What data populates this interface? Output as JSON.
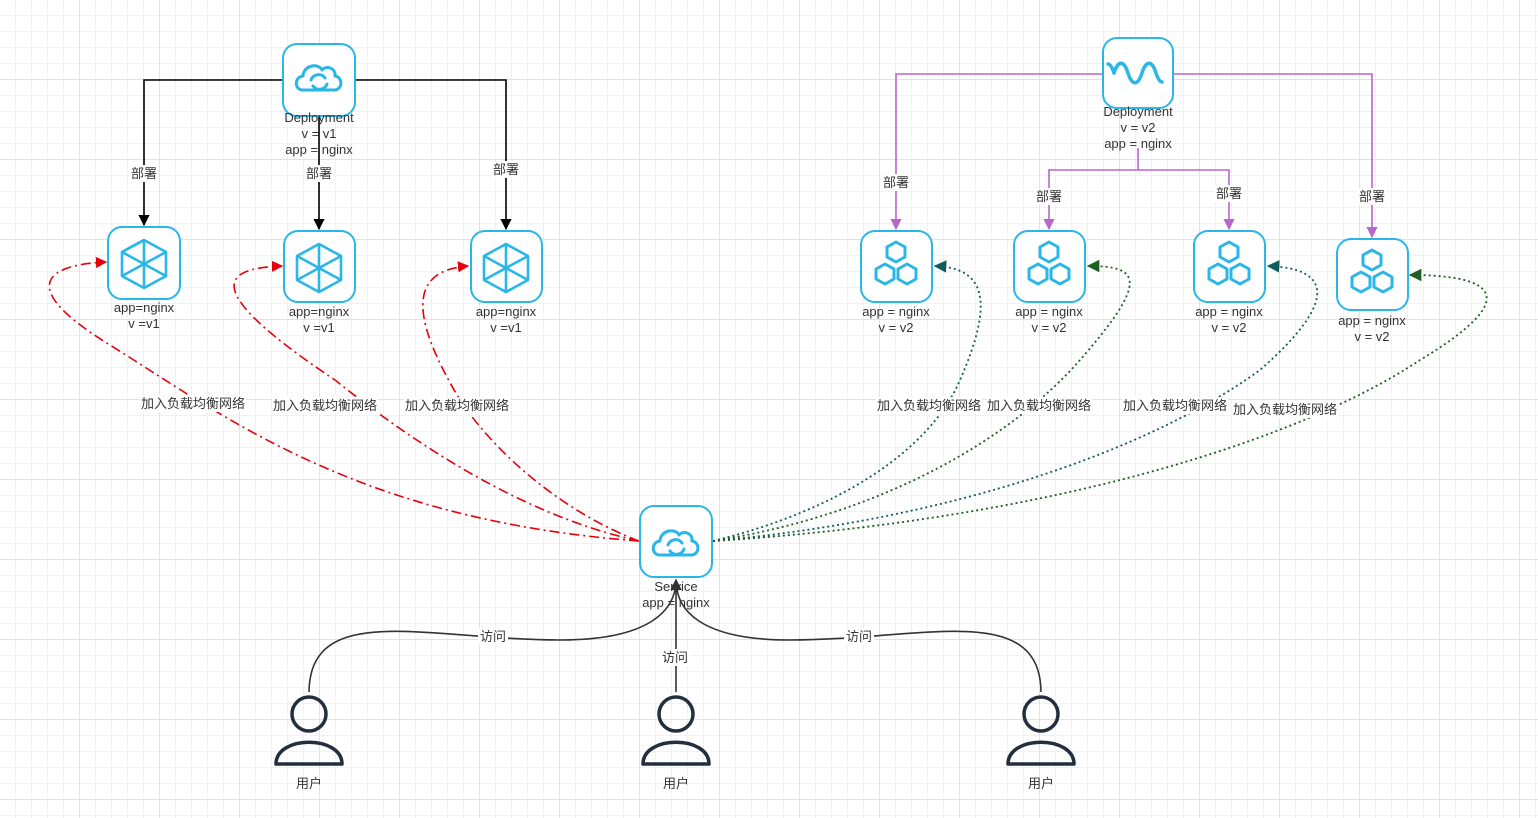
{
  "colors": {
    "icon": "#29b6e8",
    "black": "#000000",
    "purple": "#b866c9",
    "red": "#e6000a",
    "teal": "#0f5c5c",
    "green": "#1e5e1e",
    "user": "#232f3e"
  },
  "deploy_v1": {
    "icon": "cloud-refresh-icon",
    "line1": "Deployment",
    "line2": "v = v1",
    "line3": "app = nginx"
  },
  "deploy_v2": {
    "icon": "wave-icon",
    "line1": "Deployment",
    "line2": "v = v2",
    "line3": "app = nginx"
  },
  "edge_deploy": "部署",
  "edge_lb": "加入负载均衡网络",
  "edge_access": "访问",
  "pods_v1": [
    {
      "icon": "cube-icon",
      "line1": "app=nginx",
      "line2": "v =v1"
    },
    {
      "icon": "cube-icon",
      "line1": "app=nginx",
      "line2": "v =v1"
    },
    {
      "icon": "cube-icon",
      "line1": "app=nginx",
      "line2": "v =v1"
    }
  ],
  "pods_v2": [
    {
      "icon": "hexagons-icon",
      "line1": "app = nginx",
      "line2": "v = v2"
    },
    {
      "icon": "hexagons-icon",
      "line1": "app = nginx",
      "line2": "v = v2"
    },
    {
      "icon": "hexagons-icon",
      "line1": "app = nginx",
      "line2": "v = v2"
    },
    {
      "icon": "hexagons-icon",
      "line1": "app = nginx",
      "line2": "v = v2"
    }
  ],
  "service": {
    "icon": "cloud-refresh-icon",
    "line1": "Service",
    "line2": "app = nginx"
  },
  "users": [
    {
      "icon": "user-icon",
      "label": "用户"
    },
    {
      "icon": "user-icon",
      "label": "用户"
    },
    {
      "icon": "user-icon",
      "label": "用户"
    }
  ]
}
